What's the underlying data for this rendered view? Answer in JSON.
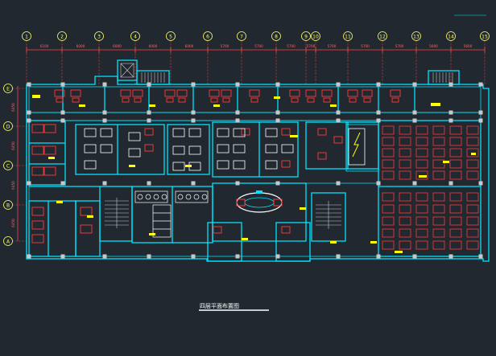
{
  "drawing": {
    "title": "四层平面布置图",
    "top_right_note": "",
    "colors": {
      "background": "#212830",
      "wall": "#00e5ff",
      "furniture": "#ff3a3a",
      "fixture": "#ffffff",
      "highlight": "#ffff00",
      "dimension": "#ff4444",
      "pillar": "#c8c8c8",
      "grid_bubble": "#ffff66"
    }
  },
  "grid": {
    "columns": [
      "1",
      "2",
      "3",
      "4",
      "5",
      "6",
      "7",
      "8",
      "9",
      "10",
      "11",
      "12",
      "13",
      "14",
      "15"
    ],
    "rows": [
      "E",
      "D",
      "C",
      "B",
      "A"
    ],
    "column_dimensions": [
      "6100",
      "6000",
      "6000",
      "6000",
      "6000",
      "5700",
      "5700",
      "5700",
      "5700",
      "5700",
      "5700",
      "5700",
      "5600",
      "5600"
    ],
    "row_dimensions": [
      "6450",
      "6450",
      "6450",
      "6450"
    ]
  }
}
